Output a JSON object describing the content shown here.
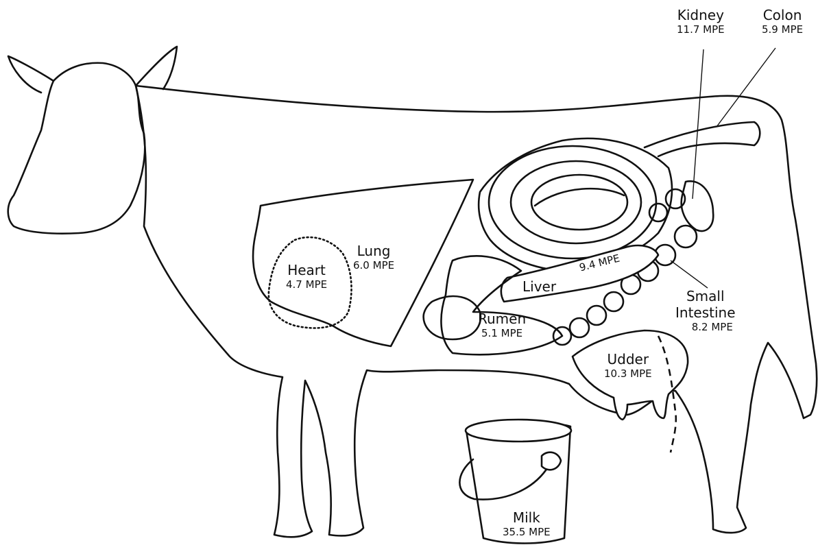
{
  "organs": [
    {
      "id": "kidney",
      "name": "Kidney",
      "value": "11.7 MPE"
    },
    {
      "id": "colon",
      "name": "Colon",
      "value": "5.9 MPE"
    },
    {
      "id": "lung",
      "name": "Lung",
      "value": "6.0 MPE"
    },
    {
      "id": "heart",
      "name": "Heart",
      "value": "4.7 MPE"
    },
    {
      "id": "liver",
      "name": "Liver",
      "value": "9.4 MPE"
    },
    {
      "id": "rumen",
      "name": "Rumen",
      "value": "5.1 MPE"
    },
    {
      "id": "small_intestine",
      "name": "Small\nIntestine",
      "value": "8.2 MPE"
    },
    {
      "id": "udder",
      "name": "Udder",
      "value": "10.3 MPE"
    },
    {
      "id": "milk",
      "name": "Milk",
      "value": "35.5 MPE"
    }
  ]
}
